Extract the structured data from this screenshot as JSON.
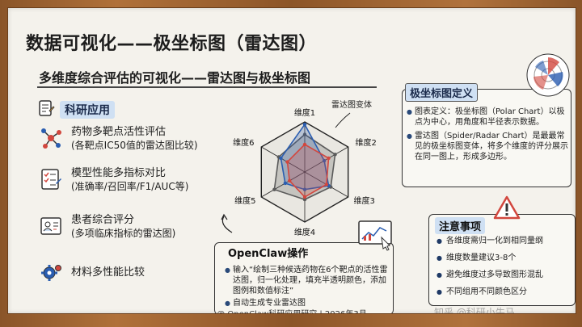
{
  "title": "数据可视化——极坐标图（雷达图）",
  "subtitle": "多维度综合评估的可视化——雷达图与极坐标图",
  "applications": {
    "heading": "科研应用",
    "items": [
      {
        "main": "药物多靶点活性评估",
        "sub": "(各靶点IC50值的雷达图比较)",
        "icon": "molecule-icon"
      },
      {
        "main": "模型性能多指标对比",
        "sub": "(准确率/召回率/F1/AUC等)",
        "icon": "checklist-icon"
      },
      {
        "main": "患者综合评分",
        "sub": "(多项临床指标的雷达图)",
        "icon": "patient-card-icon"
      },
      {
        "main": "材料多性能比较",
        "sub": "",
        "icon": "gear-icon"
      }
    ]
  },
  "radar": {
    "axes": [
      "维度1",
      "维度2",
      "维度3",
      "维度4",
      "维度5",
      "维度6"
    ],
    "callout": "雷达图变体",
    "series": [
      {
        "color": "#5a5a5a",
        "values": [
          0.75,
          0.7,
          0.6,
          0.55,
          0.7,
          0.6
        ]
      },
      {
        "color": "#2a5db0",
        "values": [
          0.95,
          0.45,
          0.55,
          0.35,
          0.45,
          0.55
        ]
      },
      {
        "color": "#d2473e",
        "values": [
          0.55,
          0.55,
          0.5,
          0.5,
          0.35,
          0.4
        ]
      }
    ]
  },
  "openclaw": {
    "heading": "OpenClaw操作",
    "items": [
      "输入“绘制三种候选药物在6个靶点的活性雷达图，归一化处理，填充半透明颜色，添加图例和数值标注”",
      "自动生成专业雷达图"
    ]
  },
  "definition": {
    "heading": "极坐标图定义",
    "items": [
      "图表定义：极坐标图（Polar Chart）以极点为中心，用角度和半径表示数据。",
      "雷达图（Spider/Radar Chart）是最最常见的极坐标图变体，将多个维度的评分展示在同一图上，形成多边形。"
    ]
  },
  "notes": {
    "heading": "注意事项",
    "items": [
      "各维度需归一化到相同量纲",
      "维度数量建议3-8个",
      "避免维度过多导致图形混乱",
      "不同组用不同颜色区分"
    ]
  },
  "footer": "@ OpenClaw科研应用研究 | 2026年3月",
  "watermark": "知乎 @科研小牛马"
}
